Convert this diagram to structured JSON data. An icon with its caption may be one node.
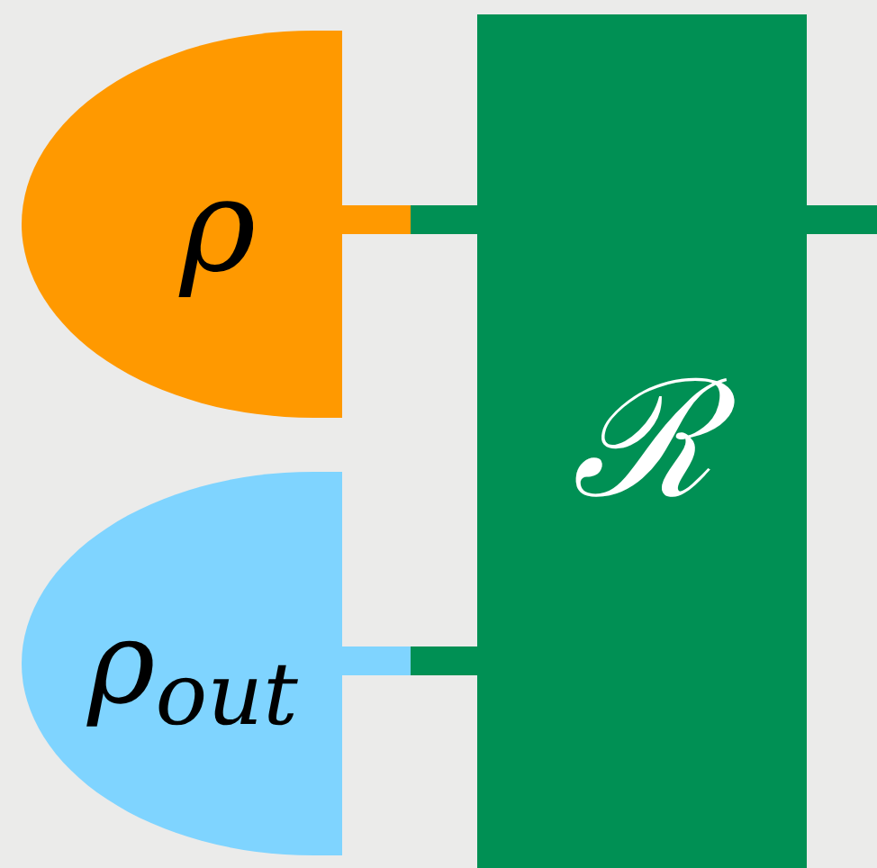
{
  "diagram": {
    "nodes": [
      {
        "text": [
          "ρ"
        ]
      },
      {
        "text": [
          "ρ$_{out}$"
        ]
      },
      {
        "text": [
          "ℛ"
        ]
      }
    ],
    "edges": [
      {
        "from": 0,
        "to": 2,
        "arrow": "none"
      },
      {
        "from": 1,
        "to": 2,
        "arrow": "none"
      },
      {
        "from": 2,
        "to": null,
        "arrow": "none"
      }
    ]
  }
}
